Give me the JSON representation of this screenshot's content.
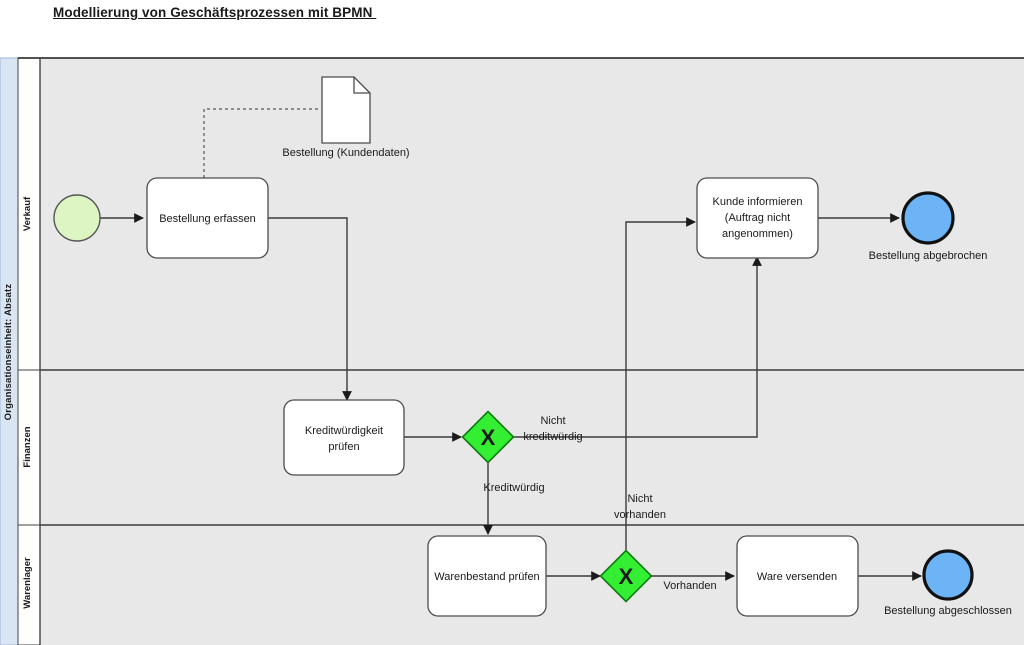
{
  "page": {
    "title": "Modellierung von Geschäftsprozessen mit BPMN ",
    "background_color": "#ffffff",
    "pool_background": "#e8e8e8",
    "pool_header_color": "#dae5f4",
    "lane_label_color": "#fefefd",
    "border_color": "#1a1a1a"
  },
  "pool": {
    "label": "Organisationseinheit: Absatz",
    "lanes": [
      {
        "label": "Verkauf"
      },
      {
        "label": "Finanzen"
      },
      {
        "label": "Warenlager"
      }
    ]
  },
  "nodes": {
    "start_event": {
      "name": "start-event",
      "type": "start-event",
      "label": "",
      "fill": "#ddf5c2",
      "stroke": "#555555"
    },
    "task_bestellung_erfassen": {
      "type": "task",
      "label": "Bestellung erfassen",
      "fill": "#ffffff"
    },
    "data_object_bestellung": {
      "type": "data-object",
      "label": "Bestellung (Kundendaten)",
      "fill": "#ffffff"
    },
    "task_kreditwuerdigkeit_pruefen": {
      "type": "task",
      "label_line1": "Kreditwürdigkeit",
      "label_line2": "prüfen",
      "fill": "#ffffff"
    },
    "gateway_kreditwuerdig": {
      "type": "exclusive-gateway",
      "symbol": "X",
      "fill": "#33ee33",
      "stroke": "#006600"
    },
    "task_warenbestand_pruefen": {
      "type": "task",
      "label": "Warenbestand prüfen",
      "fill": "#ffffff"
    },
    "gateway_vorhanden": {
      "type": "exclusive-gateway",
      "symbol": "X",
      "fill": "#33ee33",
      "stroke": "#006600"
    },
    "task_ware_versenden": {
      "type": "task",
      "label": "Ware versenden",
      "fill": "#ffffff"
    },
    "task_kunde_informieren": {
      "type": "task",
      "label_line1": "Kunde informieren",
      "label_line2": "(Auftrag nicht",
      "label_line3": "angenommen)",
      "fill": "#ffffff"
    },
    "end_event_abgebrochen": {
      "type": "end-event",
      "label": "Bestellung abgebrochen",
      "fill": "#6cb4f5",
      "stroke": "#111111"
    },
    "end_event_abgeschlossen": {
      "type": "end-event",
      "label": "Bestellung abgeschlossen",
      "fill": "#6cb4f5",
      "stroke": "#111111"
    }
  },
  "flow_labels": {
    "nicht_kreditwuerdig_line1": "Nicht",
    "nicht_kreditwuerdig_line2": "kreditwürdig",
    "kreditwuerdig": "Kreditwürdig",
    "nicht_vorhanden_line1": "Nicht",
    "nicht_vorhanden_line2": "vorhanden",
    "vorhanden": "Vorhanden"
  }
}
